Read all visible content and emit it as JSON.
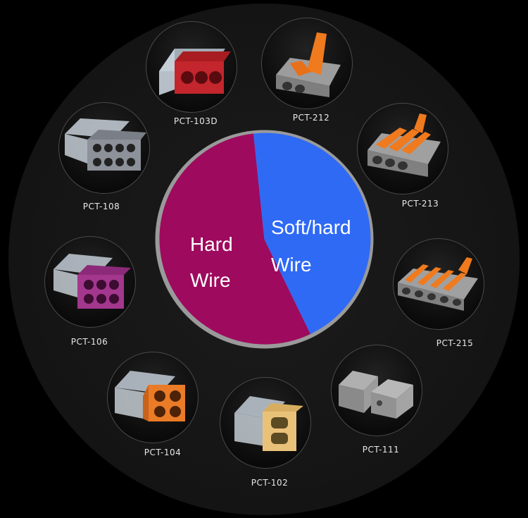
{
  "pie": {
    "hard_label_line1": "Hard",
    "hard_label_line2": "Wire",
    "soft_label_line1": "Soft/hard",
    "soft_label_line2": "Wire",
    "hard_color": "#9e0a5e",
    "soft_color": "#2f6af5"
  },
  "connectors": [
    {
      "model": "PCT-103D",
      "icon": "connector-3-hole-red"
    },
    {
      "model": "PCT-212",
      "icon": "lever-connector-2-orange"
    },
    {
      "model": "PCT-213",
      "icon": "lever-connector-3-orange"
    },
    {
      "model": "PCT-215",
      "icon": "lever-connector-5-orange"
    },
    {
      "model": "PCT-111",
      "icon": "grey-block-connector"
    },
    {
      "model": "PCT-102",
      "icon": "connector-2-hole-yellow"
    },
    {
      "model": "PCT-104",
      "icon": "connector-4-hole-orange"
    },
    {
      "model": "PCT-106",
      "icon": "connector-6-hole-purple"
    },
    {
      "model": "PCT-108",
      "icon": "connector-8-hole-grey"
    }
  ]
}
